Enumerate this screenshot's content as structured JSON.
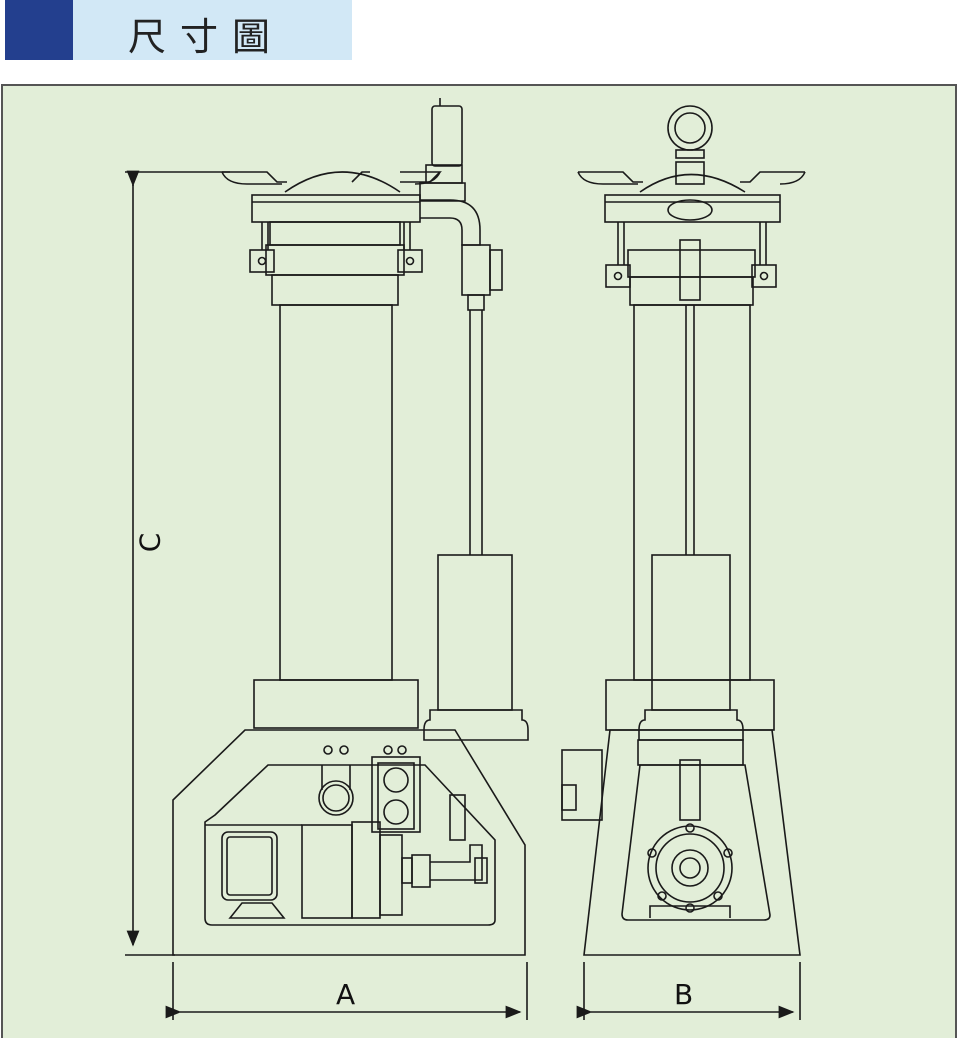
{
  "header": {
    "title": "尺寸圖",
    "accent_color": "#233f8e",
    "bar_color": "#d2e8f6"
  },
  "drawing": {
    "background_color": "#e2eed8",
    "dimensions": {
      "a": "A",
      "b": "B",
      "c": "C"
    }
  }
}
